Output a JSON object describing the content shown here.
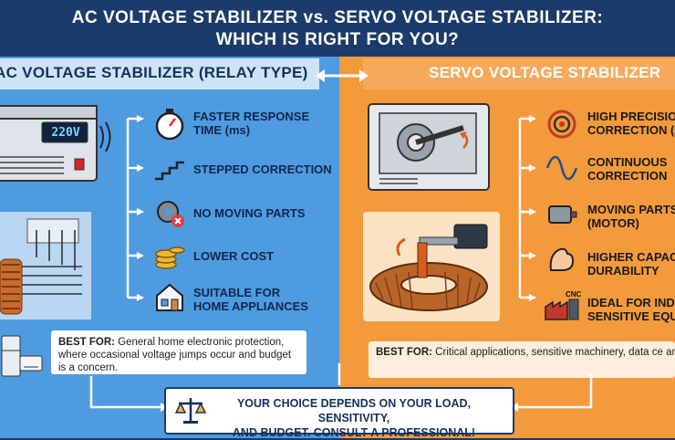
{
  "header": {
    "line1": "AC VOLTAGE STABILIZER vs. SERVO VOLTAGE STABILIZER:",
    "line2": "WHICH IS RIGHT FOR YOU?"
  },
  "left": {
    "title": "AC VOLTAGE STABILIZER (RELAY TYPE)",
    "display_reading": "220V",
    "features": [
      {
        "line1": "FASTER RESPONSE",
        "line2": "TIME (ms)",
        "icon": "stopwatch-icon"
      },
      {
        "line1": "STEPPED CORRECTION",
        "line2": "",
        "icon": "steps-icon"
      },
      {
        "line1": "NO MOVING PARTS",
        "line2": "",
        "icon": "gear-no-icon"
      },
      {
        "line1": "LOWER COST",
        "line2": "",
        "icon": "coins-icon"
      },
      {
        "line1": "SUITABLE FOR",
        "line2": "HOME APPLIANCES",
        "icon": "house-icon"
      }
    ],
    "best_label": "BEST FOR:",
    "best_text": " General home electronic protection, where occasional voltage jumps occur and budget is a concern."
  },
  "right": {
    "title": "SERVO VOLTAGE STABILIZER",
    "features": [
      {
        "line1": "HIGH PRECISIO",
        "line2": "CORRECTION (±",
        "icon": "target-icon"
      },
      {
        "line1": "CONTINUOUS",
        "line2": "CORRECTION",
        "icon": "sine-wave-icon"
      },
      {
        "line1": "MOVING PARTS",
        "line2": "(MOTOR)",
        "icon": "motor-icon"
      },
      {
        "line1": "HIGHER CAPAC",
        "line2": "DURABILITY",
        "icon": "strong-arm-icon"
      },
      {
        "line1": "IDEAL FOR INDU",
        "line2": "SENSITIVE EQU",
        "icon": "factory-icon"
      }
    ],
    "cnc_label": "CNC",
    "best_label": "BEST FOR:",
    "best_text": " Critical applications, sensitive machinery, data ce and areas with severe or constant voltage fluctuati"
  },
  "bottom": {
    "line1": "YOUR CHOICE DEPENDS ON YOUR LOAD, SENSITIVITY,",
    "line2": "AND BUDGET. CONSULT A PROFESSIONAL!",
    "icon": "scales-icon"
  },
  "colors": {
    "header_bg": "#1c3b6b",
    "left_bg": "#4f9be0",
    "right_bg": "#f39a3c",
    "navy": "#15305a"
  }
}
